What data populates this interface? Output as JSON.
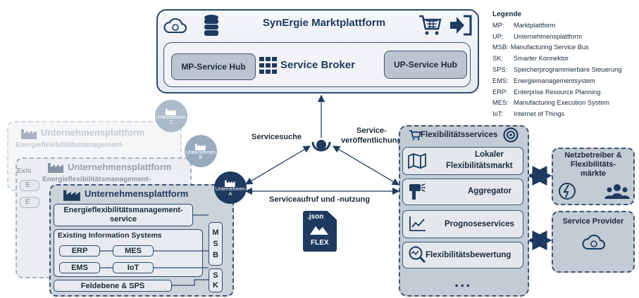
{
  "marketplace": {
    "title": "SynErgie Marktplattform",
    "broker_label": "Service Broker",
    "mp_hub": "MP-Service Hub",
    "up_hub": "UP-Service Hub"
  },
  "legend": {
    "title": "Legende",
    "items": [
      {
        "key": "MP:",
        "text": "Marktplattform"
      },
      {
        "key": "UP:",
        "text": "Unternehmensplattform"
      },
      {
        "key": "MSB:",
        "text": "Manufacturing Service Bus"
      },
      {
        "key": "SK:",
        "text": "Smarter Konnektor"
      },
      {
        "key": "SPS:",
        "text": "Speicherprogrammierbare Steuerung"
      },
      {
        "key": "EMS:",
        "text": "Energiemanagementsystem"
      },
      {
        "key": "ERP:",
        "text": "Enterprise Resource Planning"
      },
      {
        "key": "MES:",
        "text": "Manufacturing Execution System"
      },
      {
        "key": "IoT:",
        "text": "Internet of Things"
      }
    ]
  },
  "connections": {
    "search": "Servicesuche",
    "publish_line1": "Service-",
    "publish_line2": "veröffentlichung",
    "call": "Serviceaufruf und -nutzung"
  },
  "companies": {
    "a": {
      "name": "Unternehmen",
      "letter": "A"
    },
    "b": {
      "name": "Unternehmen",
      "letter": "B"
    },
    "c": {
      "name": "Unternehmen",
      "letter": "C"
    }
  },
  "enterprise": {
    "title": "Unternehmensplattform",
    "efm_faded": "Energieflexibilitätsmanagement-",
    "efm_line1": "Energieflexibilitätsmanagement-",
    "efm_line2": "service",
    "existing_faded": "Exis",
    "existing": "Existing Information Systems",
    "faded_e": "E",
    "msb": [
      "M",
      "S",
      "B"
    ],
    "sk": [
      "S",
      "K"
    ],
    "systems": {
      "erp": "ERP",
      "mes": "MES",
      "ems": "EMS",
      "iot": "IoT"
    },
    "field": "Feldebene & SPS"
  },
  "file_icon": {
    "ext": ".json",
    "label": "FLEX"
  },
  "flex_services": {
    "title": "Flexibilitätsservices",
    "items": {
      "local_line1": "Lokaler",
      "local_line2": "Flexibilitätsmarkt",
      "aggregator": "Aggregator",
      "prognose": "Prognoseservices",
      "bewertung": "Flexibilitätsbewertung"
    },
    "more": "..."
  },
  "side": {
    "netz_line1": "Netzbetreiber &",
    "netz_line2": "Flexibilitäts-",
    "netz_line3": "märkte",
    "provider": "Service Provider"
  },
  "colors": {
    "navy": "#1e3a5f",
    "panel": "#c3cbd4",
    "faded": "#b9c2cb"
  }
}
